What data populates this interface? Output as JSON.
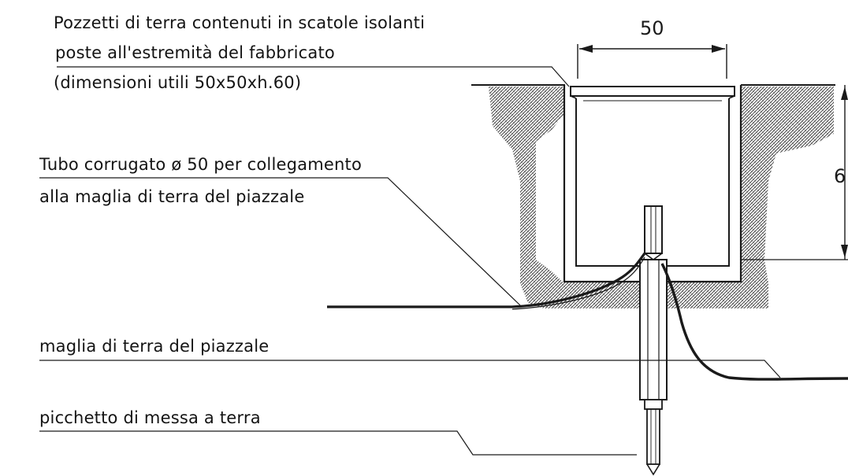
{
  "labels": {
    "pozzetti_line1": "Pozzetti di terra contenuti in scatole isolanti",
    "pozzetti_line2": "poste all'estremità del fabbricato",
    "pozzetti_line3": "(dimensioni utili 50x50xh.60)",
    "tubo_line1": "Tubo corrugato ø 50 per collegamento",
    "tubo_line2": "alla maglia di terra del piazzale",
    "maglia": "maglia di terra del piazzale",
    "picchetto": "picchetto di messa a terra"
  },
  "dimensions": {
    "width": "50",
    "height": "6"
  }
}
